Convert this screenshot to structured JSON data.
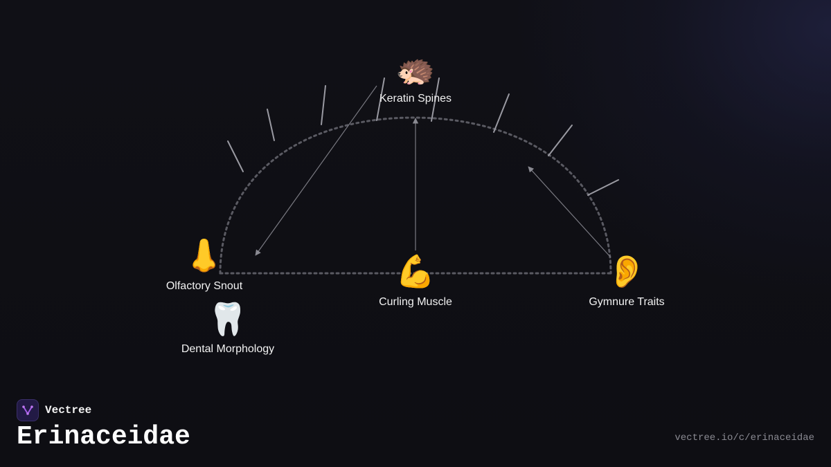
{
  "brand": {
    "name": "Vectree",
    "logo_icon": "vectree-logo-icon",
    "accent": "#a45be8"
  },
  "page": {
    "title": "Erinaceidae",
    "url": "vectree.io/c/erinaceidae"
  },
  "diagram": {
    "nodes": [
      {
        "id": "keratin-spines",
        "label": "Keratin Spines",
        "emoji": "🦔",
        "icon": "hedgehog-icon"
      },
      {
        "id": "olfactory-snout",
        "label": "Olfactory Snout",
        "emoji": "👃",
        "icon": "nose-icon"
      },
      {
        "id": "curling-muscle",
        "label": "Curling Muscle",
        "emoji": "💪",
        "icon": "flexed-biceps-icon"
      },
      {
        "id": "gymnure-traits",
        "label": "Gymnure Traits",
        "emoji": "👂",
        "icon": "ear-icon"
      },
      {
        "id": "dental-morphology",
        "label": "Dental Morphology",
        "emoji": "🦷",
        "icon": "tooth-icon"
      }
    ],
    "edges": [
      {
        "from": "keratin-spines",
        "to": "olfactory-snout"
      },
      {
        "from": "curling-muscle",
        "to": "keratin-spines"
      },
      {
        "from": "gymnure-traits",
        "to": "keratin-spines"
      }
    ],
    "colors": {
      "dome_stroke": "#5a5a62",
      "spine_stroke": "#9a9aa2",
      "edge_stroke": "#7a7a82",
      "label": "#f2f2f2"
    }
  }
}
